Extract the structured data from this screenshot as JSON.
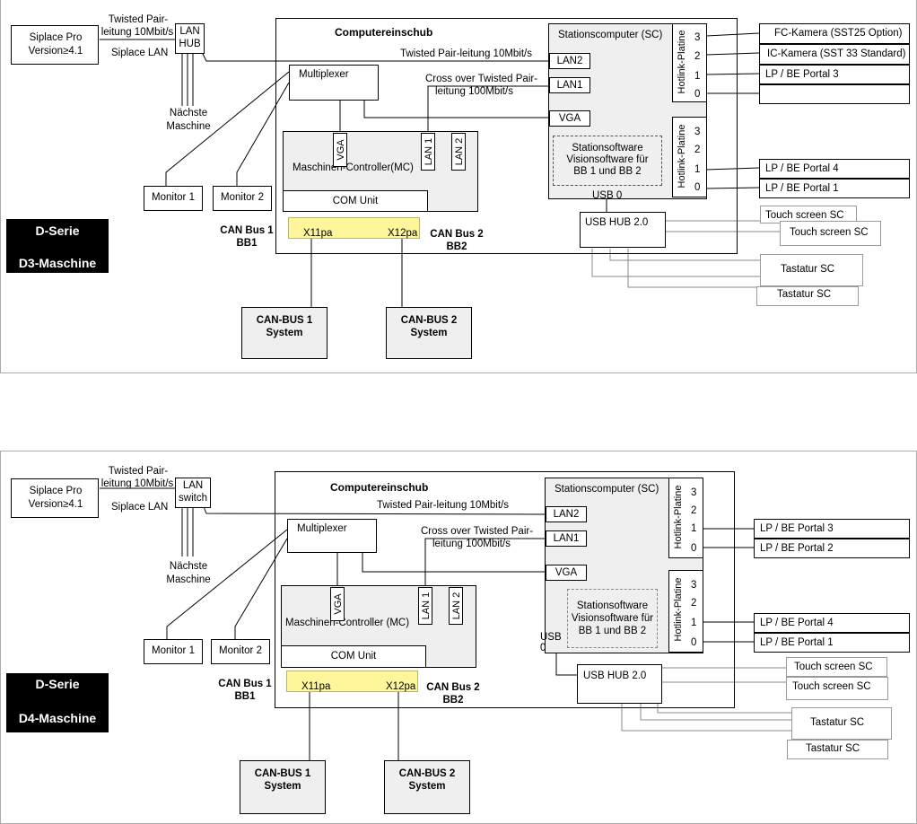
{
  "panels": [
    {
      "siplace_pro": "Siplace Pro",
      "siplace_version": "Version≥4.1",
      "tp_label_a": "Twisted Pair-",
      "tp_label_b": "leitung 10Mbit/s",
      "siplace_lan": "Siplace LAN",
      "hub_a": "LAN",
      "hub_b": "HUB",
      "next_a": "Nächste",
      "next_b": "Maschine",
      "monitor1": "Monitor 1",
      "monitor2": "Monitor 2",
      "series": "D-Serie",
      "machine": "D3-Maschine",
      "can1_a": "CAN Bus 1",
      "can1_b": "BB1",
      "can2_a": "CAN Bus 2",
      "can2_b": "BB2",
      "cabinet": "Computereinschub",
      "multiplexer": "Multiplexer",
      "vga_mc": "VGA",
      "lan1_mc": "LAN 1",
      "lan2_mc": "LAN 2",
      "mc": "Maschinen-Controller(MC)",
      "com_unit": "COM Unit",
      "x11": "X11pa",
      "x12": "X12pa",
      "canbus1_a": "CAN-BUS 1",
      "canbus1_b": "System",
      "canbus2_a": "CAN-BUS 2",
      "canbus2_b": "System",
      "tp_line": "Twisted Pair-leitung 10Mbit/s",
      "co_a": "Cross over  Twisted Pair-",
      "co_b": "leitung 100Mbit/s",
      "station_computer": "Stationscomputer  (SC)",
      "lan2": "LAN2",
      "lan1": "LAN1",
      "vga": "VGA",
      "sw_a": "Stationsoftware",
      "sw_b": "Visionsoftware für",
      "sw_c": "BB 1  und BB 2",
      "usb": "USB 0",
      "usb_hub": "USB HUB 2.0",
      "hotlink": "Hotlink-Platine",
      "n3": "3",
      "n2": "2",
      "n1": "1",
      "n0": "0",
      "top_devices": [
        "FC-Kamera (SST25 Option)",
        "IC-Kamera (SST 33 Standard)",
        "LP /  BE    Portal  3",
        ""
      ],
      "bottom_devices": [
        "LP /  BE    Portal  4",
        "LP /  BE    Portal  1"
      ],
      "touch1": "Touch screen  SC",
      "touch2": "Touch screen  SC",
      "kbd1": "Tastatur  SC",
      "kbd2": "Tastatur  SC"
    },
    {
      "siplace_pro": "Siplace Pro",
      "siplace_version": "Version≥4.1",
      "tp_label_a": "Twisted Pair-",
      "tp_label_b": "leitung 10Mbit/s",
      "siplace_lan": "Siplace LAN",
      "hub_a": "LAN",
      "hub_b": "switch",
      "next_a": "Nächste",
      "next_b": "Maschine",
      "monitor1": "Monitor 1",
      "monitor2": "Monitor 2",
      "series": "D-Serie",
      "machine": "D4-Maschine",
      "can1_a": "CAN Bus 1",
      "can1_b": "BB1",
      "can2_a": "CAN Bus 2",
      "can2_b": "BB2",
      "cabinet": "Computereinschub",
      "multiplexer": "Multiplexer",
      "vga_mc": "VGA",
      "lan1_mc": "LAN 1",
      "lan2_mc": "LAN 2",
      "mc": "Maschinen-Controller (MC)",
      "com_unit": "COM Unit",
      "x11": "X11pa",
      "x12": "X12pa",
      "canbus1_a": "CAN-BUS 1",
      "canbus1_b": "System",
      "canbus2_a": "CAN-BUS 2",
      "canbus2_b": "System",
      "tp_line": "Twisted Pair-leitung 10Mbit/s",
      "co_a": "Cross over  Twisted Pair-",
      "co_b": "leitung 100Mbit/s",
      "station_computer": "Stationscomputer  (SC)",
      "lan2": "LAN2",
      "lan1": "LAN1",
      "vga": "VGA",
      "sw_a": "Stationsoftware",
      "sw_b": "Visionsoftware für",
      "sw_c": "BB 1  und BB 2",
      "usb": "USB 0",
      "usb_hub": "USB HUB 2.0",
      "hotlink": "Hotlink-Platine",
      "n3": "3",
      "n2": "2",
      "n1": "1",
      "n0": "0",
      "top_devices": [
        "LP /  BE    Portal  3",
        "LP /  BE    Portal  2"
      ],
      "bottom_devices": [
        "LP /  BE    Portal  4",
        "LP /  BE    Portal  1"
      ],
      "touch1": "Touch screen  SC",
      "touch2": "Touch screen  SC",
      "kbd1": "Tastatur  SC",
      "kbd2": "Tastatur  SC"
    }
  ]
}
